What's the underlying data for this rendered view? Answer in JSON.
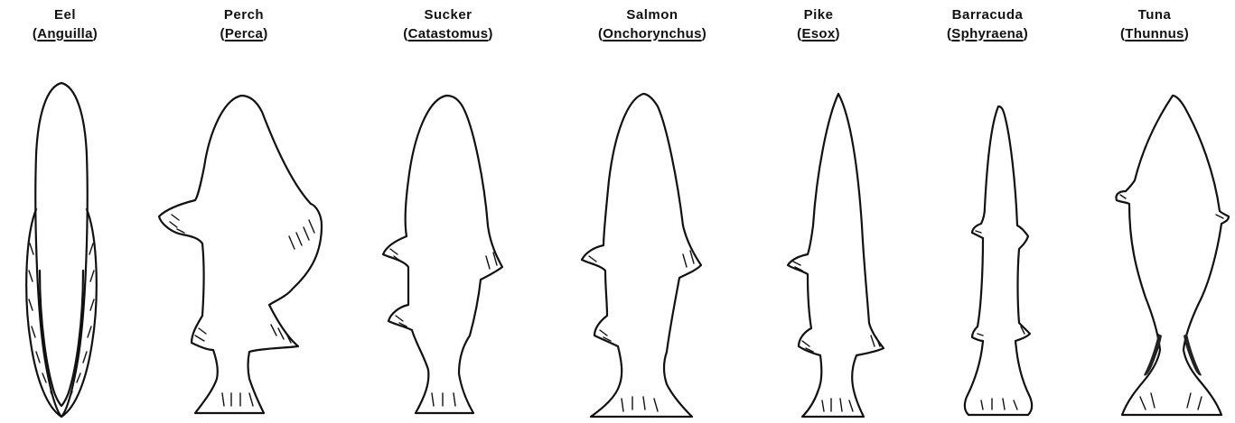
{
  "colors": {
    "ink": "#111111",
    "background": "#ffffff"
  },
  "fishes": [
    {
      "id": "eel",
      "common": "Eel",
      "genus": "Anguilla"
    },
    {
      "id": "perch",
      "common": "Perch",
      "genus": "Perca"
    },
    {
      "id": "sucker",
      "common": "Sucker",
      "genus": "Catastomus"
    },
    {
      "id": "salmon",
      "common": "Salmon",
      "genus": "Onchorynchus"
    },
    {
      "id": "pike",
      "common": "Pike",
      "genus": "Esox"
    },
    {
      "id": "barracuda",
      "common": "Barracuda",
      "genus": "Sphyraena"
    },
    {
      "id": "tuna",
      "common": "Tuna",
      "genus": "Thunnus"
    }
  ]
}
